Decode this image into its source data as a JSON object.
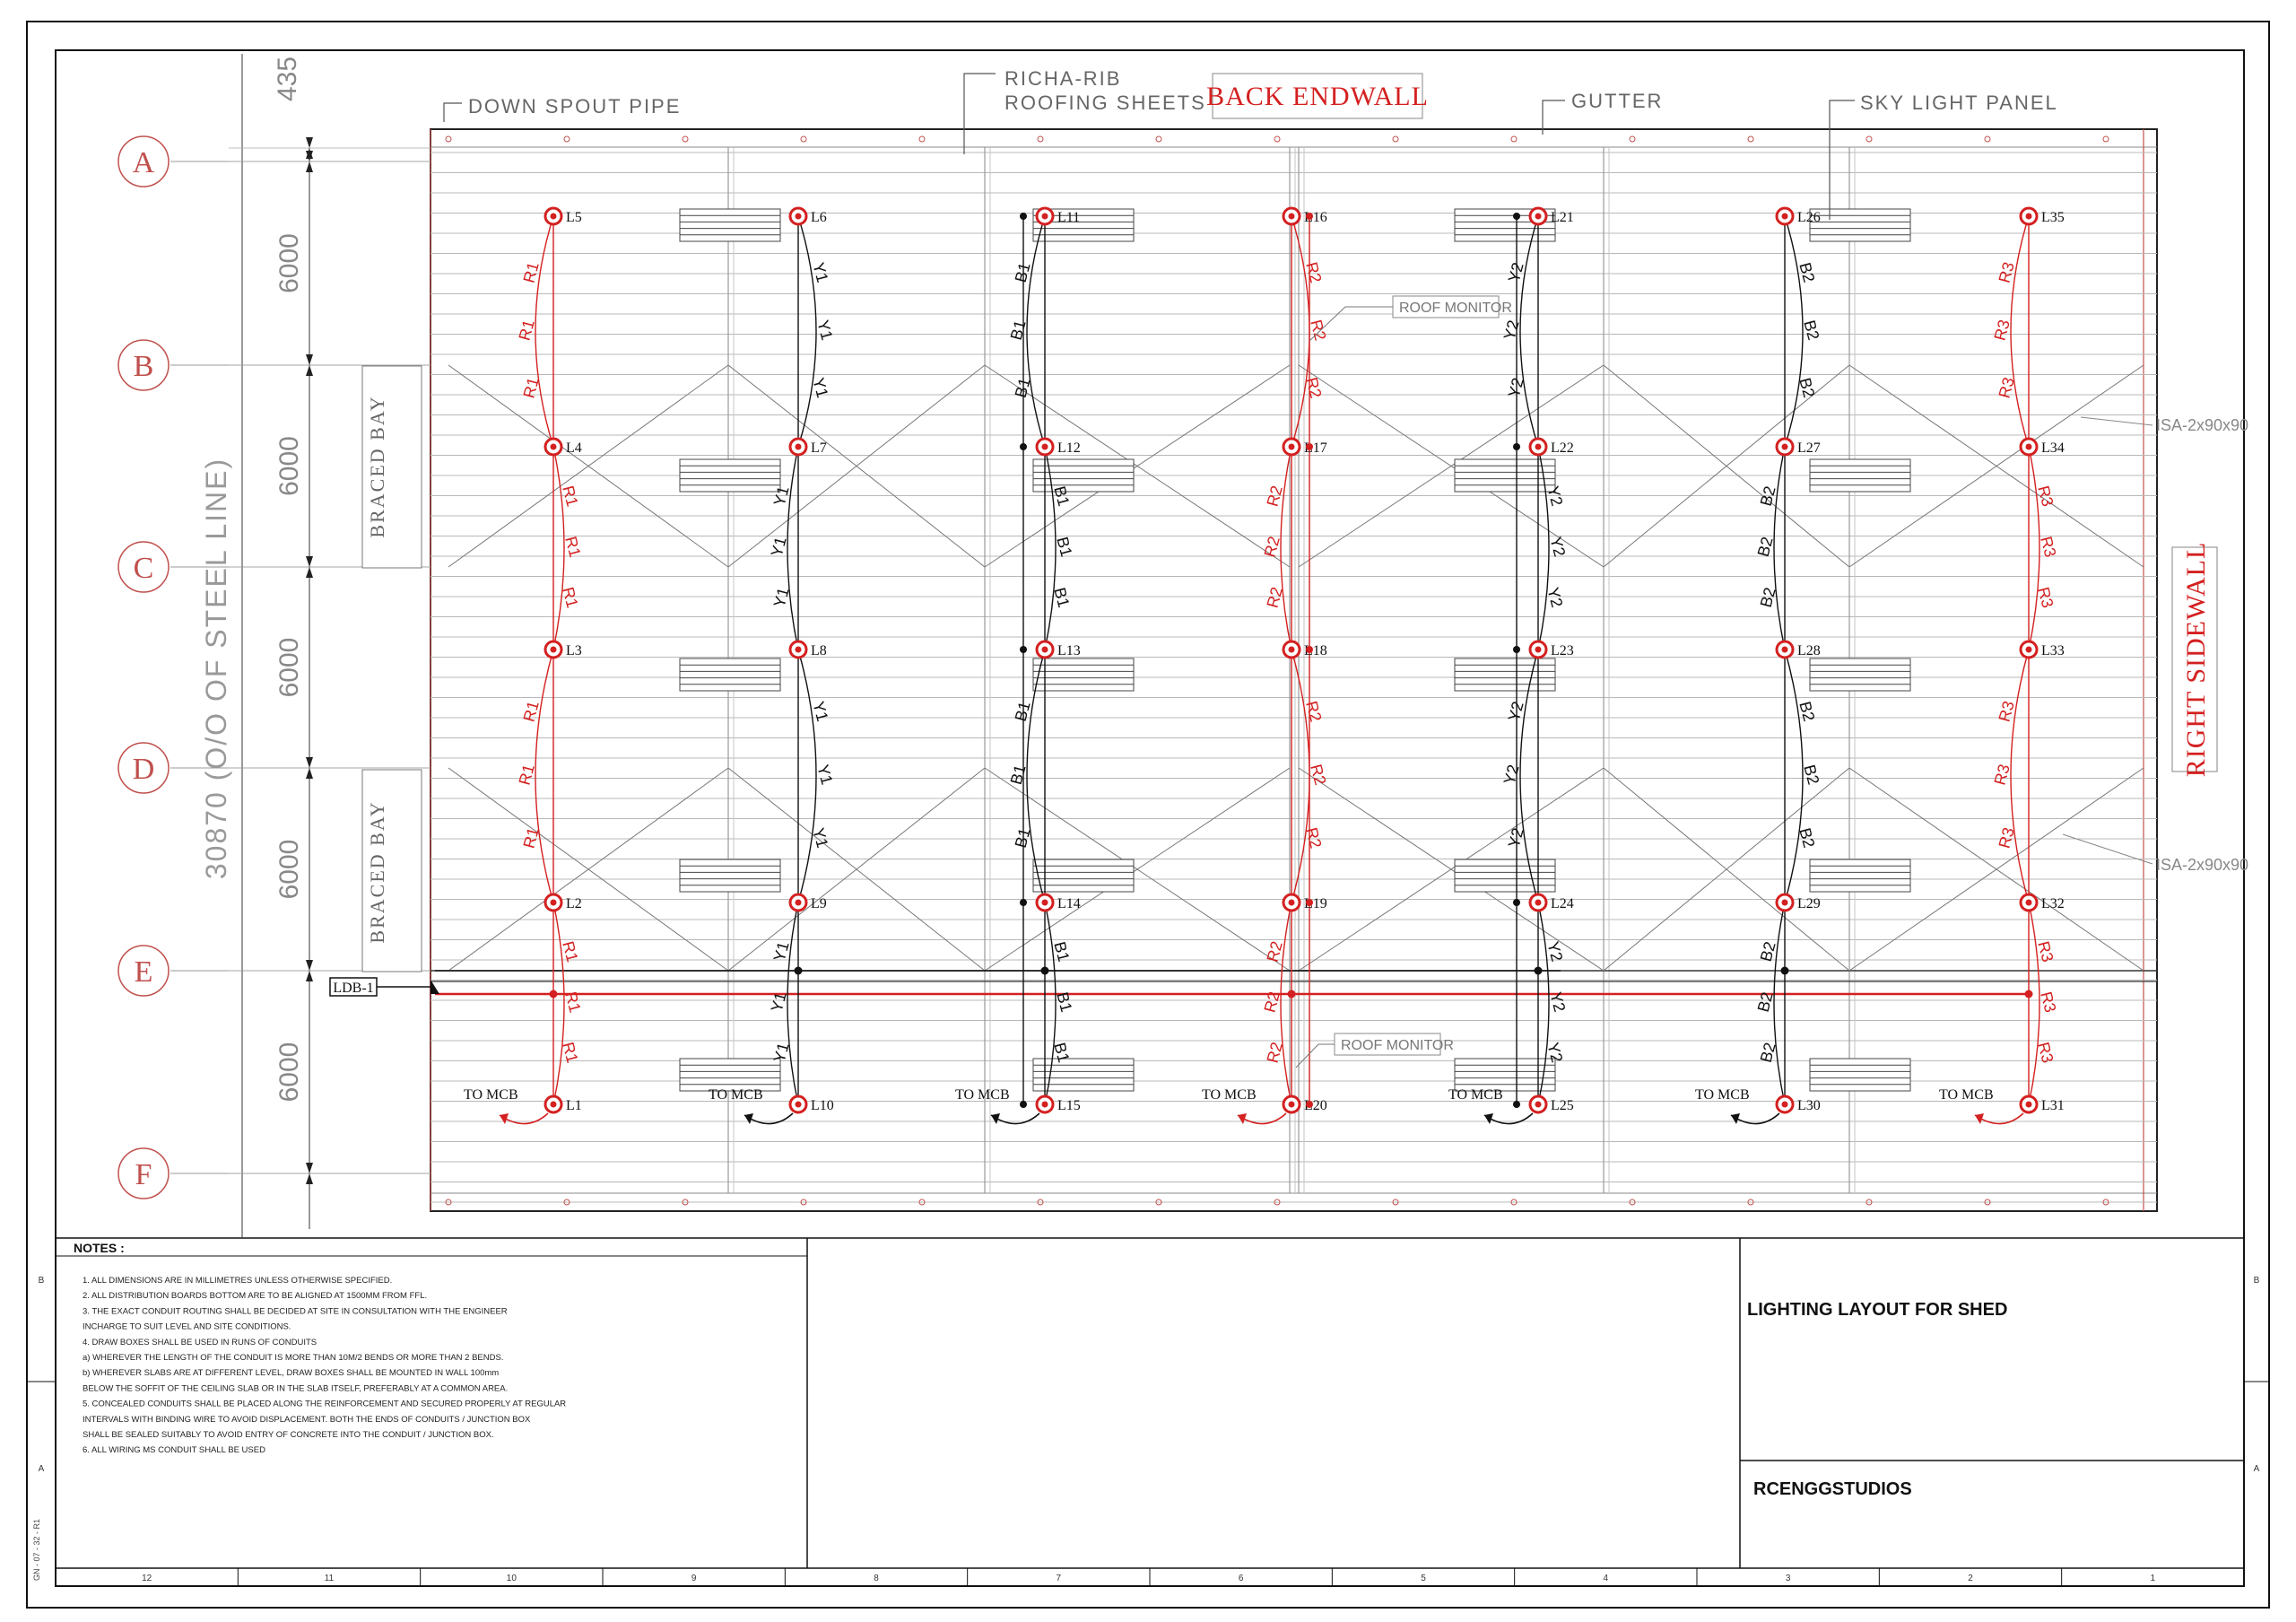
{
  "colors": {
    "red": "#d42020",
    "black": "#111111",
    "grey": "#8a8a8a",
    "lightgrey": "#b8b8b8",
    "pinkish": "#c0504d"
  },
  "labels": {
    "down_spout": "DOWN SPOUT PIPE",
    "roofing_1": "RICHA-RIB",
    "roofing_2": "ROOFING SHEETS",
    "back_endwall": "BACK ENDWALL",
    "gutter": "GUTTER",
    "skylight": "SKY LIGHT PANEL",
    "right_sidewall": "RIGHT SIDEWALL",
    "roof_monitor_top": "ROOF MONITOR",
    "roof_monitor_bottom": "ROOF MONITOR",
    "isa_top": "ISA-2x90x90",
    "isa_bottom": "ISA-2x90x90",
    "braced_bay_top": "BRACED BAY",
    "braced_bay_bottom": "BRACED BAY",
    "ldb": "LDB-1",
    "to_mcb": "TO MCB",
    "steel_line": "30870 (O/O OF STEEL LINE)"
  },
  "dimensions": {
    "top": "435",
    "bays": [
      "6000",
      "6000",
      "6000",
      "6000",
      "6000"
    ]
  },
  "grid_rows": [
    "A",
    "B",
    "C",
    "D",
    "E",
    "F"
  ],
  "columns": [
    {
      "circuit": "R1",
      "color": "red",
      "lights": [
        "L5",
        "L4",
        "L3",
        "L2",
        "L1"
      ]
    },
    {
      "circuit": "Y1",
      "color": "black",
      "lights": [
        "L6",
        "L7",
        "L8",
        "L9",
        "L10"
      ]
    },
    {
      "circuit": "B1",
      "color": "black",
      "lights": [
        "L11",
        "L12",
        "L13",
        "L14",
        "L15"
      ]
    },
    {
      "circuit": "R2",
      "color": "red",
      "lights": [
        "L16",
        "L17",
        "L18",
        "L19",
        "L20"
      ]
    },
    {
      "circuit": "Y2",
      "color": "black",
      "lights": [
        "L21",
        "L22",
        "L23",
        "L24",
        "L25"
      ]
    },
    {
      "circuit": "B2",
      "color": "black",
      "lights": [
        "L26",
        "L27",
        "L28",
        "L29",
        "L30"
      ]
    },
    {
      "circuit": "R3",
      "color": "red",
      "lights": [
        "L35",
        "L34",
        "L33",
        "L32",
        "L31"
      ]
    }
  ],
  "notes": {
    "heading": "NOTES :",
    "items": [
      "1. ALL DIMENSIONS ARE IN MILLIMETRES UNLESS OTHERWISE SPECIFIED.",
      "2. ALL DISTRIBUTION BOARDS BOTTOM ARE TO BE ALIGNED AT 1500MM FROM FFL.",
      "3. THE EXACT CONDUIT ROUTING SHALL BE DECIDED AT SITE IN CONSULTATION WITH THE ENGINEER",
      "    INCHARGE TO SUIT LEVEL AND SITE CONDITIONS.",
      "4. DRAW BOXES SHALL BE USED IN RUNS OF CONDUITS",
      "    a) WHEREVER THE LENGTH OF THE CONDUIT IS MORE THAN 10M/2 BENDS OR MORE THAN 2 BENDS.",
      "    b) WHEREVER SLABS ARE AT DIFFERENT LEVEL, DRAW BOXES SHALL BE MOUNTED IN WALL 100mm",
      "        BELOW THE SOFFIT OF THE CEILING SLAB OR IN THE SLAB ITSELF, PREFERABLY AT A COMMON AREA.",
      "5. CONCEALED CONDUITS SHALL BE PLACED ALONG THE REINFORCEMENT AND SECURED PROPERLY AT REGULAR",
      "    INTERVALS WITH BINDING WIRE TO AVOID DISPLACEMENT. BOTH THE ENDS OF CONDUITS / JUNCTION BOX",
      "    SHALL BE SEALED SUITABLY TO AVOID ENTRY OF CONCRETE INTO THE CONDUIT / JUNCTION BOX.",
      "6. ALL WIRING MS CONDUIT SHALL BE USED"
    ]
  },
  "title_block": {
    "title": "LIGHTING LAYOUT FOR SHED",
    "company": "RCENGGSTUDIOS",
    "sheet_code": "GN - 07 - 32 - R1"
  },
  "border_zones": {
    "bottom": [
      "12",
      "11",
      "10",
      "9",
      "8",
      "7",
      "6",
      "5",
      "4",
      "3",
      "2",
      "1"
    ],
    "side": [
      "B",
      "A"
    ]
  }
}
